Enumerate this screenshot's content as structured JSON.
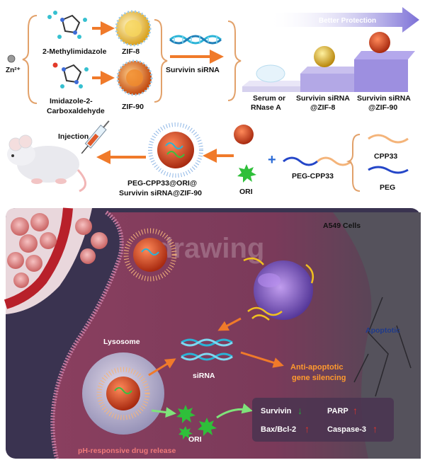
{
  "top": {
    "zn_label": "Zn²⁺",
    "ligand1": "2-Methylimidazole",
    "ligand2_line1": "Imidazole-2-",
    "ligand2_line2": "Carboxaldehyde",
    "zif8": "ZIF-8",
    "zif90": "ZIF-90",
    "sirna": "Survivin siRNA",
    "better_protection": "Better Protection",
    "stage1_line1": "Serum or",
    "stage1_line2": "RNase A",
    "stage2_line1": "Survivin siRNA",
    "stage2_line2": "@ZIF-8",
    "stage3_line1": "Survivin siRNA",
    "stage3_line2": "@ZIF-90"
  },
  "middle": {
    "injection": "Injection",
    "nano_line1": "PEG-CPP33@ORI@",
    "nano_line2": "Survivin siRNA@ZIF-90",
    "ori": "ORI",
    "plus": "+",
    "peg_cpp33": "PEG-CPP33",
    "cpp33": "CPP33",
    "peg": "PEG"
  },
  "bottom": {
    "cells": "A549 Cells",
    "apoptotic": "Apoptotic",
    "lysosome": "Lysosome",
    "sirna": "siRNA",
    "silencing_line1": "Anti-apoptotic",
    "silencing_line2": "gene silencing",
    "ori": "ORI",
    "release": "pH-responsive drug release",
    "watermark": "drawing",
    "markers": {
      "survivin": "Survivin",
      "survivin_arrow": "↓",
      "parp": "PARP",
      "parp_arrow": "↑",
      "bax": "Bax/Bcl-2",
      "bax_arrow": "↑",
      "caspase": "Caspase-3",
      "caspase_arrow": "↑"
    }
  },
  "colors": {
    "orange_arrow": "#f07a2a",
    "blue_text": "#1f3a8a",
    "green_down": "#22a83a",
    "red_up": "#e0342c",
    "silencing_text": "#ff9a2e",
    "banner": "#7b6fd6"
  }
}
